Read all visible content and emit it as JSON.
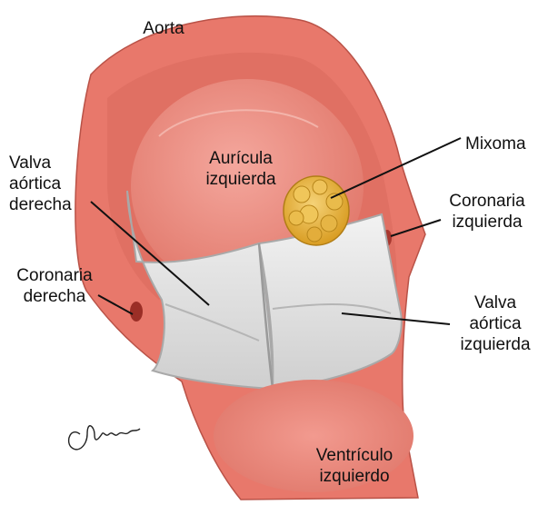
{
  "labels": {
    "aorta": "Aorta",
    "auricula": [
      "Aurícula",
      "izquierda"
    ],
    "mixoma": "Mixoma",
    "valva_derecha": [
      "Valva",
      "aórtica",
      "derecha"
    ],
    "coronaria_izquierda": [
      "Coronaria",
      "izquierda"
    ],
    "coronaria_derecha": [
      "Coronaria",
      "derecha"
    ],
    "valva_izquierda": [
      "Valva",
      "aórtica",
      "izquierda"
    ],
    "ventriculo": [
      "Ventrículo",
      "izquierdo"
    ]
  },
  "colors": {
    "tissue": "#e8786b",
    "tissue_light": "#f2a097",
    "tissue_dark": "#c9574b",
    "leaflet": "#e3e3e3",
    "leaflet_edge": "#a9a9a9",
    "tumor": "#e2b33c",
    "leader": "#111111"
  }
}
